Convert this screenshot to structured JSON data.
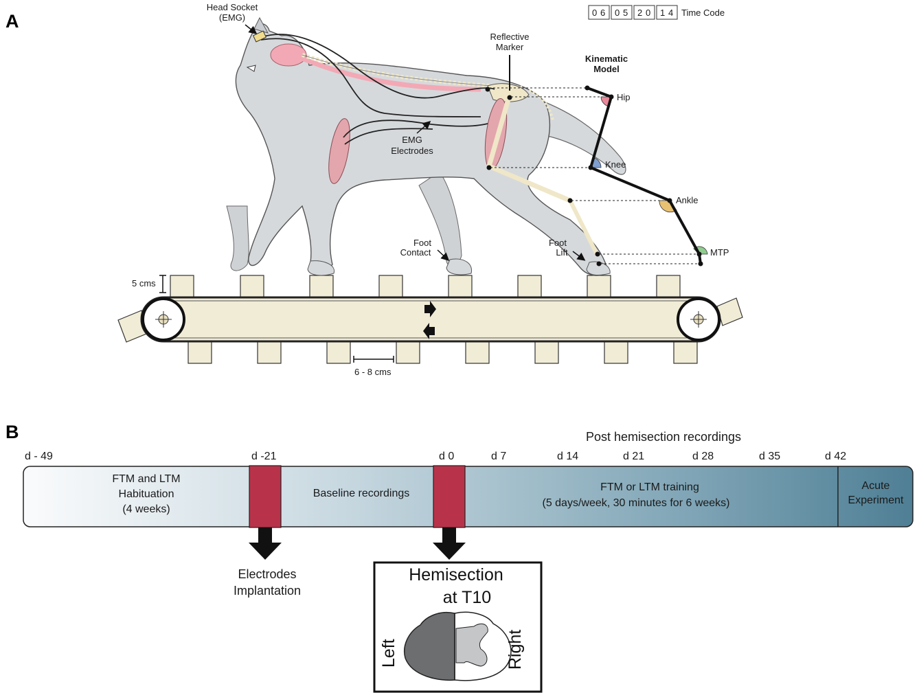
{
  "panel_a": {
    "letter": "A",
    "head_socket": [
      "Head Socket",
      "(EMG)"
    ],
    "reflective_marker": [
      "Reflective",
      "Marker"
    ],
    "emg_electrodes": [
      "EMG",
      "Electrodes"
    ],
    "kinematic_model": [
      "Kinematic",
      "Model"
    ],
    "joints": {
      "hip": "Hip",
      "knee": "Knee",
      "ankle": "Ankle",
      "mtp": "MTP"
    },
    "foot_contact": [
      "Foot",
      "Contact"
    ],
    "foot_lift": [
      "Foot",
      "Lift"
    ],
    "height_scale": "5 cms",
    "spacing_scale": "6 - 8 cms",
    "time_code": {
      "digits": [
        "0",
        "6",
        "0",
        "5",
        "2",
        "0",
        "1",
        "4"
      ],
      "label": "Time Code"
    }
  },
  "panel_b": {
    "letter": "B",
    "post_title": "Post hemisection recordings",
    "days": [
      "d - 49",
      "d -21",
      "d 0",
      "d 7",
      "d 14",
      "d 21",
      "d 28",
      "d 35",
      "d 42"
    ],
    "segments": {
      "habituation": [
        "FTM and LTM",
        "Habituation",
        "(4 weeks)"
      ],
      "baseline": "Baseline recordings",
      "training": [
        "FTM or LTM training",
        "(5 days/week, 30 minutes for 6 weeks)"
      ],
      "acute": [
        "Acute",
        "Experiment"
      ]
    },
    "electrodes_implantation": [
      "Electrodes",
      "Implantation"
    ],
    "hemisection": [
      "Hemisection",
      "at T10"
    ],
    "side_left": "Left",
    "side_right": "Right",
    "colors": {
      "surgery_marker": "#b8334a",
      "bar_start": "#f7f9fa",
      "bar_end": "#4f7f95"
    }
  }
}
